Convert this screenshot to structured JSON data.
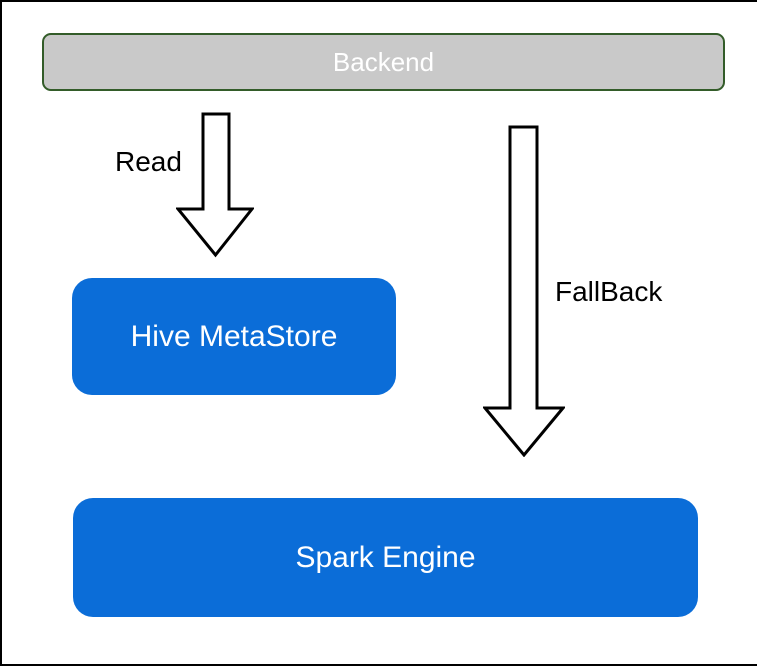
{
  "diagram": {
    "title": "Backend metastore fallback diagram",
    "nodes": {
      "backend": {
        "label": "Backend",
        "fill": "#c9c9c9",
        "border_color": "#335c29",
        "text_color": "#ffffff"
      },
      "hive_metastore": {
        "label": "Hive MetaStore",
        "fill": "#0b6dd8",
        "text_color": "#ffffff"
      },
      "spark_engine": {
        "label": "Spark Engine",
        "fill": "#0b6dd8",
        "text_color": "#ffffff"
      }
    },
    "edges": {
      "read": {
        "label": "Read",
        "from": "backend",
        "to": "hive_metastore",
        "style": "outlined-block-arrow-down"
      },
      "fallback": {
        "label": "FallBack",
        "from": "backend",
        "to": "spark_engine",
        "style": "outlined-block-arrow-down"
      }
    },
    "colors": {
      "frame_border": "#000000",
      "arrow_outline": "#000000",
      "arrow_fill": "#ffffff",
      "edge_label_text": "#000000",
      "canvas_background": "#ffffff"
    }
  }
}
